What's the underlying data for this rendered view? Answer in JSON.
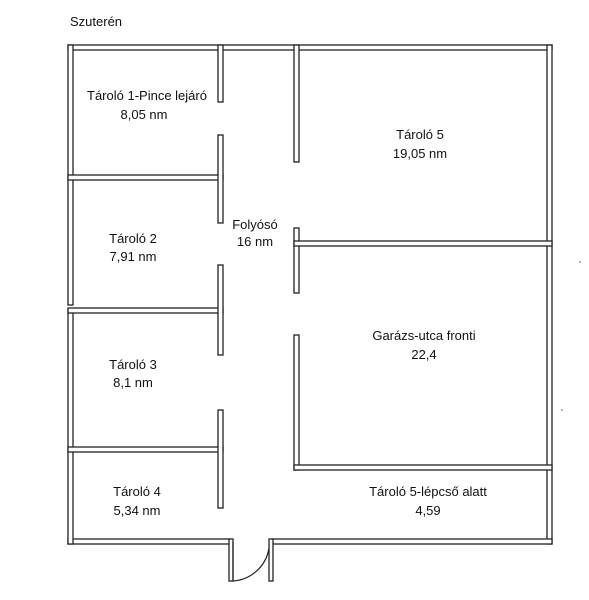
{
  "title": "Szuterén",
  "rooms": [
    {
      "name": "Tároló 1-Pince lejáró",
      "area": "8,05 nm"
    },
    {
      "name": "Tároló 2",
      "area": "7,91 nm"
    },
    {
      "name": "Tároló 3",
      "area": "8,1 nm"
    },
    {
      "name": "Tároló 4",
      "area": "5,34 nm"
    },
    {
      "name": "Folyósó",
      "area": "16 nm"
    },
    {
      "name": "Tároló 5",
      "area": "19,05 nm"
    },
    {
      "name": "Garázs-utca fronti",
      "area": "22,4"
    },
    {
      "name": "Tároló 5-lépcső alatt",
      "area": "4,59"
    }
  ]
}
